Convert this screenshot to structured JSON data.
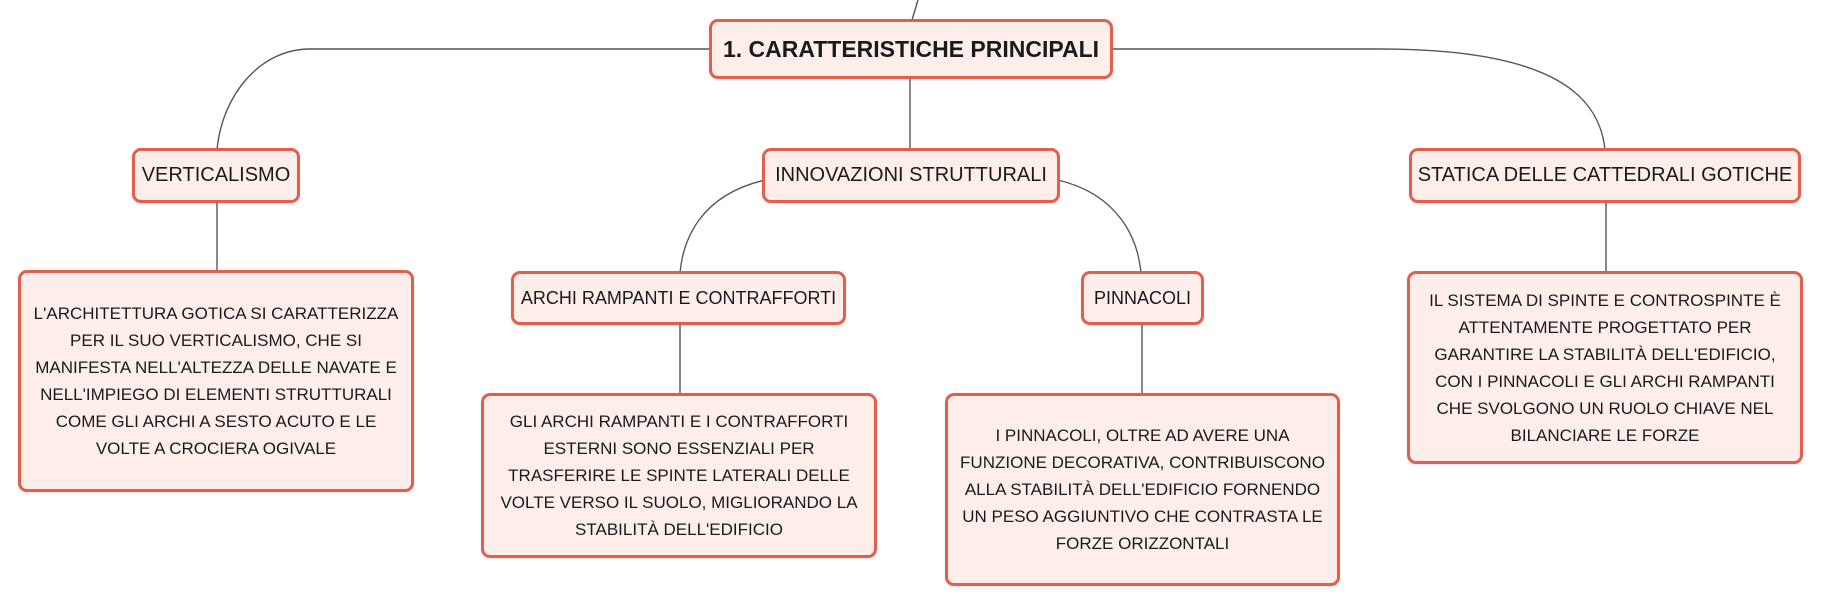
{
  "map": {
    "root": "1. CARATTERISTICHE PRINCIPALI",
    "topics": {
      "verticalismo": "VERTICALISMO",
      "innovazioni": "INNOVAZIONI STRUTTURALI",
      "statica": "STATICA DELLE CATTEDRALI GOTICHE",
      "archi": "ARCHI RAMPANTI E CONTRAFFORTI",
      "pinnacoli": "PINNACOLI"
    },
    "details": {
      "verticalismo": "L'ARCHITETTURA GOTICA SI CARATTERIZZA PER IL SUO VERTICALISMO, CHE SI MANIFESTA NELL'ALTEZZA DELLE NAVATE E NELL'IMPIEGO DI ELEMENTI STRUTTURALI COME GLI ARCHI A SESTO ACUTO E LE VOLTE A CROCIERA OGIVALE",
      "archi": "GLI ARCHI RAMPANTI E I CONTRAFFORTI ESTERNI SONO ESSENZIALI PER TRASFERIRE LE SPINTE LATERALI DELLE VOLTE VERSO IL SUOLO, MIGLIORANDO LA STABILITÀ DELL'EDIFICIO",
      "pinnacoli": "I PINNACOLI, OLTRE AD AVERE UNA FUNZIONE DECORATIVA, CONTRIBUISCONO ALLA STABILITÀ DELL'EDIFICIO FORNENDO UN PESO AGGIUNTIVO CHE CONTRASTA LE FORZE ORIZZONTALI",
      "statica": "IL SISTEMA DI SPINTE E CONTROSPINTE È ATTENTAMENTE PROGETTATO PER GARANTIRE LA STABILITÀ DELL'EDIFICIO, CON I PINNACOLI E GLI ARCHI RAMPANTI CHE SVOLGONO UN RUOLO CHIAVE NEL BILANCIARE LE FORZE"
    }
  }
}
